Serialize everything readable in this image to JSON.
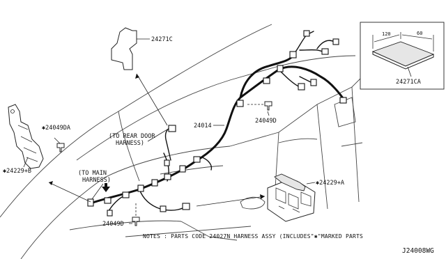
{
  "labels": {
    "p24271c": "24271C",
    "p24271ca": "24271CA",
    "p24014": "24014",
    "p24049d_top": "24049D",
    "p24049d_bottom": "24049D",
    "p24049da": "✱24049DA",
    "p24229b": "✱24229+B",
    "p24229a": "✱24229+A",
    "to_rear_door_1": "(TO REAR DOOR",
    "to_rear_door_2": "HARNESS)",
    "to_main_1": "(TO MAIN",
    "to_main_2": "HARNESS)",
    "dim_120": "120",
    "dim_60": "60"
  },
  "notes": "NOTES : PARTS CODE 24027N HARNESS ASSY (INCLUDES\"✱\"MARKED PARTS",
  "diagram_code": "J24008WG",
  "colors": {
    "ink": "#111111",
    "background": "#ffffff"
  }
}
